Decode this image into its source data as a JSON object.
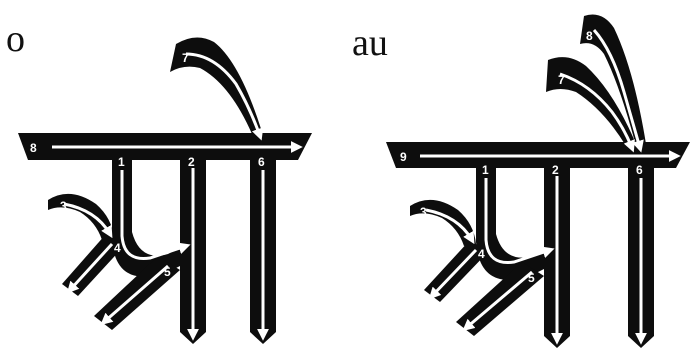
{
  "panels": [
    {
      "label": "o",
      "stroke_numbers": [
        "1",
        "2",
        "3",
        "4",
        "5",
        "6",
        "7",
        "8"
      ]
    },
    {
      "label": "au",
      "stroke_numbers": [
        "1",
        "2",
        "3",
        "4",
        "5",
        "6",
        "7",
        "8",
        "9"
      ]
    }
  ],
  "colors": {
    "ink": "#0d0d0d",
    "stroke_path": "#ffffff",
    "paper": "#ffffff"
  }
}
